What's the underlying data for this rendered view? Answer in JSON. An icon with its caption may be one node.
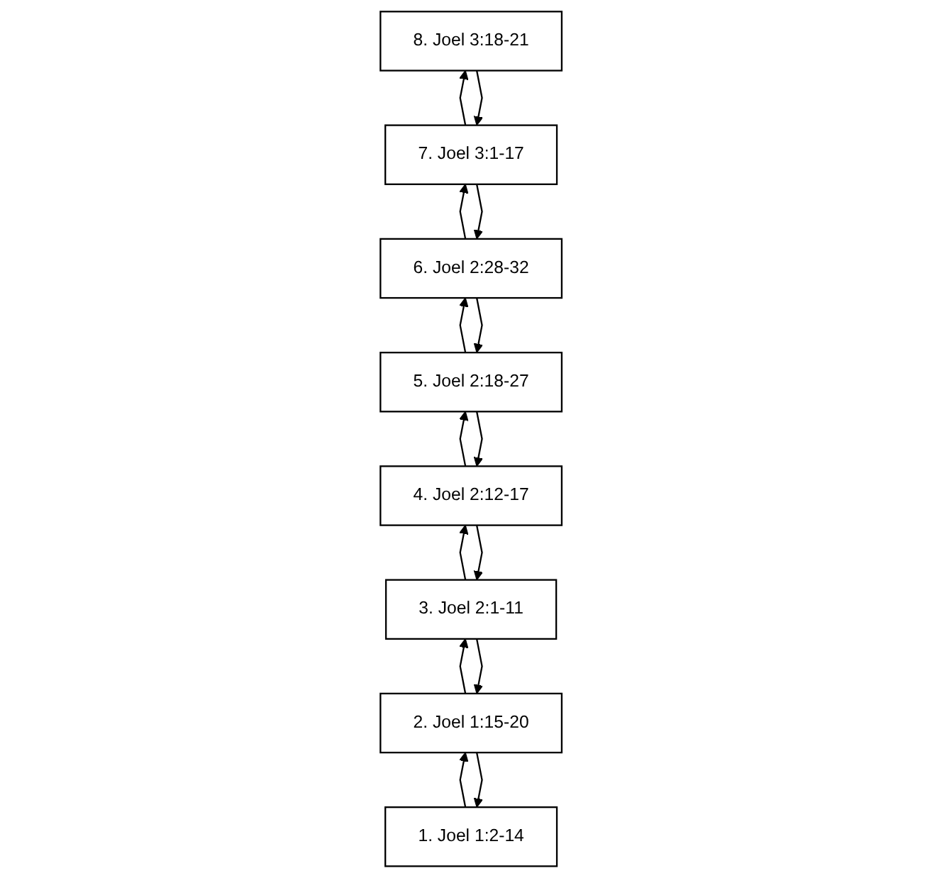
{
  "diagram": {
    "nodes": [
      {
        "text": [
          "1. Joel 1:2-14"
        ]
      },
      {
        "text": [
          "2. Joel 1:15-20"
        ]
      },
      {
        "text": [
          "3. Joel 2:1-11"
        ]
      },
      {
        "text": [
          "4. Joel 2:12-17"
        ]
      },
      {
        "text": [
          "5. Joel 2:18-27"
        ]
      },
      {
        "text": [
          "6. Joel 2:28-32"
        ]
      },
      {
        "text": [
          "7. Joel 3:1-17"
        ]
      },
      {
        "text": [
          "8. Joel 3:18-21"
        ]
      }
    ],
    "edges": [
      {
        "from": 0,
        "to": 1,
        "arrow": "to"
      },
      {
        "from": 1,
        "to": 0,
        "arrow": "to"
      },
      {
        "from": 1,
        "to": 2,
        "arrow": "to"
      },
      {
        "from": 2,
        "to": 1,
        "arrow": "to"
      },
      {
        "from": 2,
        "to": 3,
        "arrow": "to"
      },
      {
        "from": 3,
        "to": 2,
        "arrow": "to"
      },
      {
        "from": 3,
        "to": 4,
        "arrow": "to"
      },
      {
        "from": 4,
        "to": 3,
        "arrow": "to"
      },
      {
        "from": 4,
        "to": 5,
        "arrow": "to"
      },
      {
        "from": 5,
        "to": 4,
        "arrow": "to"
      },
      {
        "from": 5,
        "to": 6,
        "arrow": "to"
      },
      {
        "from": 6,
        "to": 5,
        "arrow": "to"
      },
      {
        "from": 6,
        "to": 7,
        "arrow": "to"
      },
      {
        "from": 7,
        "to": 6,
        "arrow": "to"
      }
    ]
  }
}
